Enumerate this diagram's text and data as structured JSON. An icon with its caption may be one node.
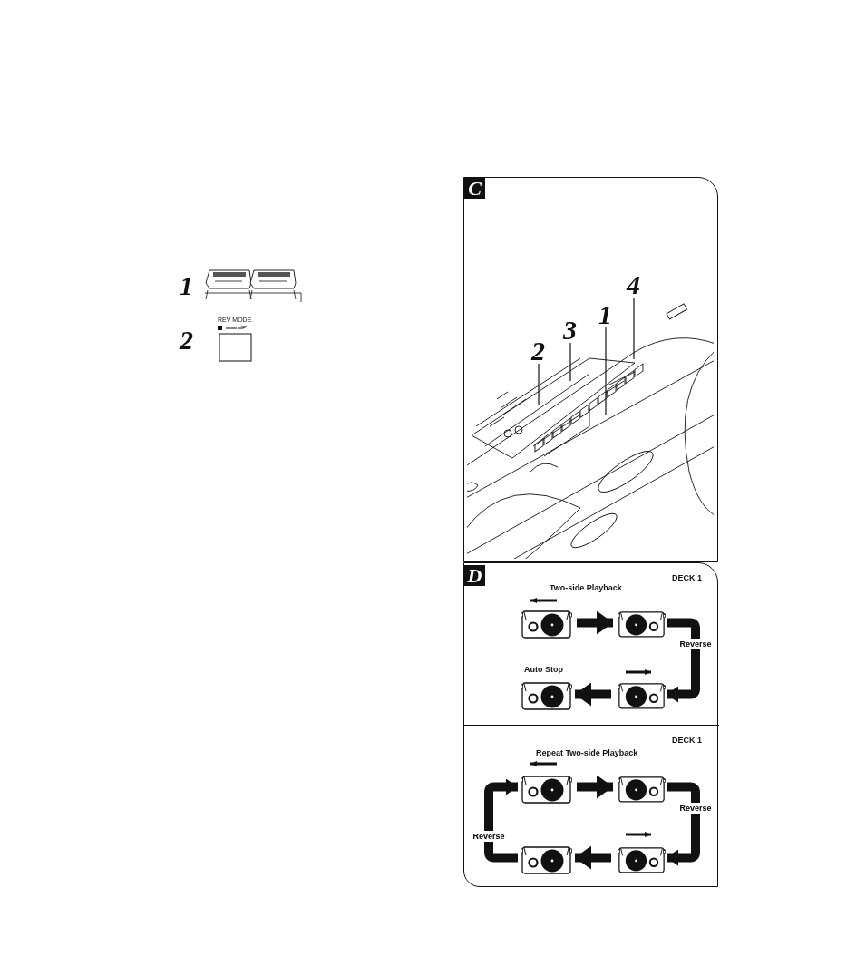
{
  "diagram": {
    "nodes": [
      {
        "text": [
          "C"
        ]
      },
      {
        "text": [
          "4"
        ],
        "in": 0
      },
      {
        "text": [
          "1"
        ],
        "in": 0
      },
      {
        "text": [
          "3"
        ],
        "in": 0
      },
      {
        "text": [
          "2"
        ],
        "in": 0
      },
      {
        "text": [
          "D"
        ]
      },
      {
        "text": [
          "DECK 1",
          "Two-side Playback"
        ],
        "in": 5
      },
      {
        "text": [],
        "shape": "cassette",
        "in": 6
      },
      {
        "text": [],
        "shape": "cassette",
        "in": 6
      },
      {
        "text": [],
        "shape": "cassette",
        "in": 6,
        "beside": [
          "Auto Stop"
        ]
      },
      {
        "text": [],
        "shape": "cassette",
        "in": 6
      },
      {
        "text": [
          "DECK 1",
          "Repeat Two-side Playback"
        ],
        "in": 5
      },
      {
        "text": [],
        "shape": "cassette",
        "in": 11
      },
      {
        "text": [],
        "shape": "cassette",
        "in": 11
      },
      {
        "text": [],
        "shape": "cassette",
        "in": 11
      },
      {
        "text": [],
        "shape": "cassette",
        "in": 11
      }
    ],
    "edges": [
      {
        "from": 1,
        "to": null,
        "arrow": "none"
      },
      {
        "from": 2,
        "to": null,
        "arrow": "none"
      },
      {
        "from": 3,
        "to": null,
        "arrow": "none"
      },
      {
        "from": 4,
        "to": null,
        "arrow": "none"
      },
      {
        "from": 7,
        "to": 8,
        "arrow": "to"
      },
      {
        "from": 8,
        "to": 10,
        "arrow": "to",
        "label": "Reverse"
      },
      {
        "from": 10,
        "to": 9,
        "arrow": "to"
      },
      {
        "from": 12,
        "to": 13,
        "arrow": "to"
      },
      {
        "from": 13,
        "to": 15,
        "arrow": "to",
        "label": "Reverse"
      },
      {
        "from": 15,
        "to": 14,
        "arrow": "to"
      },
      {
        "from": 14,
        "to": 12,
        "arrow": "to",
        "label": "Reverse"
      }
    ],
    "labels": [
      "1",
      "REV MODE",
      "2"
    ]
  }
}
